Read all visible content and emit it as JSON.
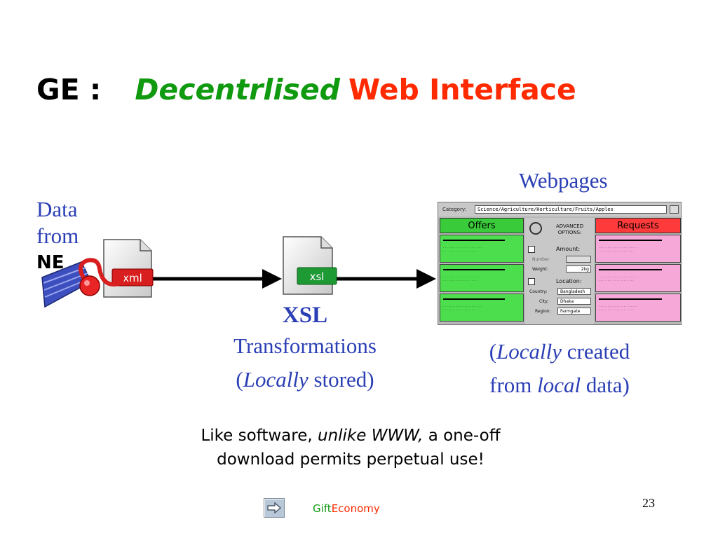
{
  "title": {
    "prefix": "GE :",
    "italic": "Decentrlised",
    "rest": "Web Interface"
  },
  "source": {
    "line1": "Data",
    "line2": "from",
    "line3": "NE"
  },
  "webpages_label": "Webpages",
  "xml_icon_label": "xml",
  "xsl_icon_label": "xsl",
  "xsl_block": {
    "title": "XSL",
    "line2": "Transformations",
    "line3_open": "(",
    "line3_italic": "Locally",
    "line3_rest": " stored)"
  },
  "created_block": {
    "line1_open": "(",
    "line1_italic": "Locally",
    "line1_rest": " created",
    "line2_pre": "from ",
    "line2_italic": "local",
    "line2_rest": " data)"
  },
  "note": {
    "pre": "Like software, ",
    "italic": "unlike WWW,",
    "post": " a one-off",
    "line2": "download permits perpetual use!"
  },
  "webpage": {
    "category_label": "Category:",
    "category_value": "Science/Agriculture/Horticulture/Fruits/Apples",
    "offers_label": "Offers",
    "requests_label": "Requests",
    "advanced_line1": "ADVANCED",
    "advanced_line2": "OPTIONS:",
    "amount_label": "Amount:",
    "number_label": "Number:",
    "weight_label": "Weight:",
    "weight_value": "2kg",
    "location_label": "Location:",
    "country_label": "Country:",
    "country_value": "Bangladesh",
    "city_label": "City:",
    "city_value": "Dhaka",
    "region_label": "Region:",
    "region_value": "Farmgate"
  },
  "footer": {
    "brand_gift": "Gift",
    "brand_economy": "Economy",
    "page_number": "23"
  },
  "colors": {
    "title_green": "#109a10",
    "title_red": "#ff2a00",
    "label_blue": "#2b3fb5"
  }
}
